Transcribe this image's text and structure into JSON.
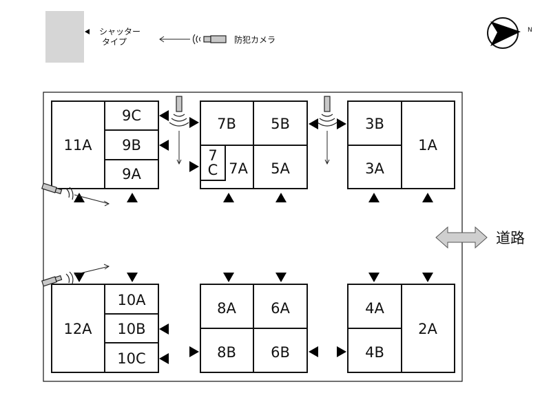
{
  "legend": {
    "shutter_label_line1": "シャッター",
    "shutter_label_line2": "タイプ",
    "camera_label": "防犯カメラ",
    "shutter_color": "#d6d6d6"
  },
  "compass": {
    "label": "N"
  },
  "road": {
    "label": "道路",
    "arrow_color": "#cfcfcf"
  },
  "units": {
    "u11A": "11A",
    "u9C": "9C",
    "u9B": "9B",
    "u9A": "9A",
    "u7B": "7B",
    "u5B": "5B",
    "u7C_line1": "7",
    "u7C_line2": "C",
    "u7A": "7A",
    "u5A": "5A",
    "u3B": "3B",
    "u3A": "3A",
    "u1A": "1A",
    "u12A": "12A",
    "u10A": "10A",
    "u10B": "10B",
    "u10C": "10C",
    "u8A": "8A",
    "u8B": "8B",
    "u6A": "6A",
    "u6B": "6B",
    "u4A": "4A",
    "u4B": "4B",
    "u2A": "2A"
  }
}
